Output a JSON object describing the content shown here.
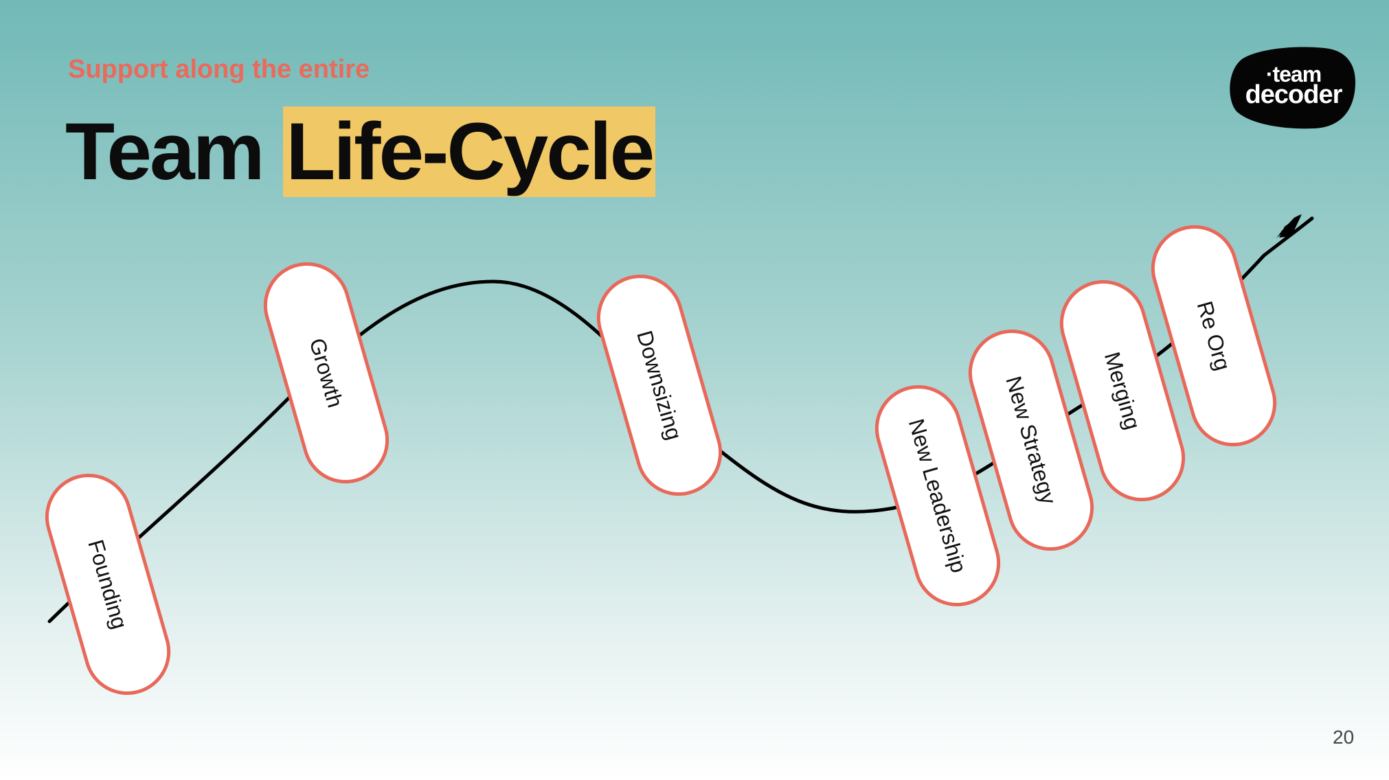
{
  "slide": {
    "subtitle": "Support along the entire",
    "title_part1": "Team ",
    "title_highlight": "Life-Cycle",
    "page_number": "20"
  },
  "logo": {
    "line1": "·team",
    "line2": "decoder",
    "background_color": "#050505",
    "text_color": "#ffffff"
  },
  "colors": {
    "accent": "#ea6a5b",
    "highlight": "#f0c866",
    "pill_border": "#e8685a",
    "curve": "#000000"
  },
  "lifecycle": {
    "stages": [
      {
        "label": "Founding"
      },
      {
        "label": "Growth"
      },
      {
        "label": "Downsizing"
      },
      {
        "label": "New Leadership"
      },
      {
        "label": "New Strategy"
      },
      {
        "label": "Merging"
      },
      {
        "label": "Re Org"
      }
    ]
  }
}
